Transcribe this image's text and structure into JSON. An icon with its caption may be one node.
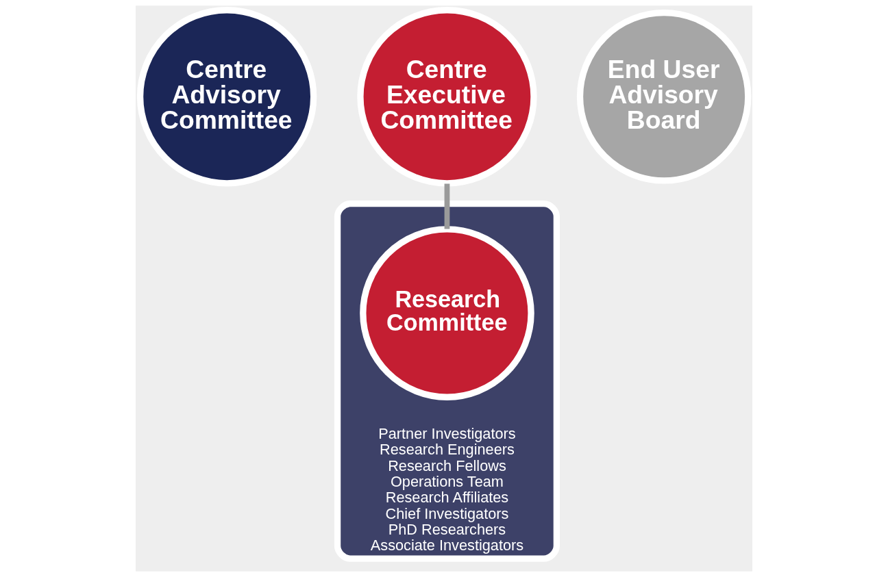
{
  "diagram": {
    "nodes": [
      {
        "text": [
          "Centre Advisory Committee"
        ]
      },
      {
        "text": [
          "Centre Executive Committee"
        ]
      },
      {
        "text": [
          "End User Advisory Board"
        ]
      },
      {
        "text": [
          "Partner Investigators",
          "Research Engineers",
          "Research Fellows",
          "Operations Team",
          "Research Affiliates",
          "Chief Investigators",
          "PhD Researchers",
          "Associate Investigators"
        ]
      },
      {
        "text": [
          "Research Committee"
        ],
        "in": 3
      }
    ],
    "edges": [
      {
        "from": 1,
        "to": 4,
        "arrow": "none"
      }
    ]
  }
}
